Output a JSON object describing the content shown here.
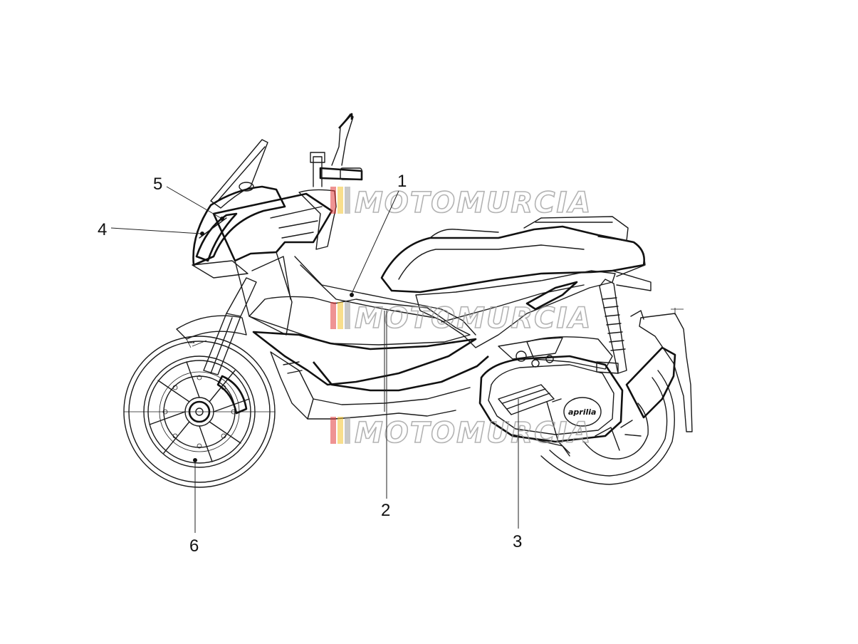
{
  "callouts": [
    {
      "number": "1"
    },
    {
      "number": "2"
    },
    {
      "number": "3"
    },
    {
      "number": "4"
    },
    {
      "number": "5"
    },
    {
      "number": "6"
    }
  ],
  "watermark": {
    "text": "MOTOMURCIA",
    "stripe_colors": [
      "#e23b3b",
      "#f2c230",
      "#8a8a8a"
    ]
  },
  "vehicle": {
    "brand_logo": "aprilia"
  }
}
